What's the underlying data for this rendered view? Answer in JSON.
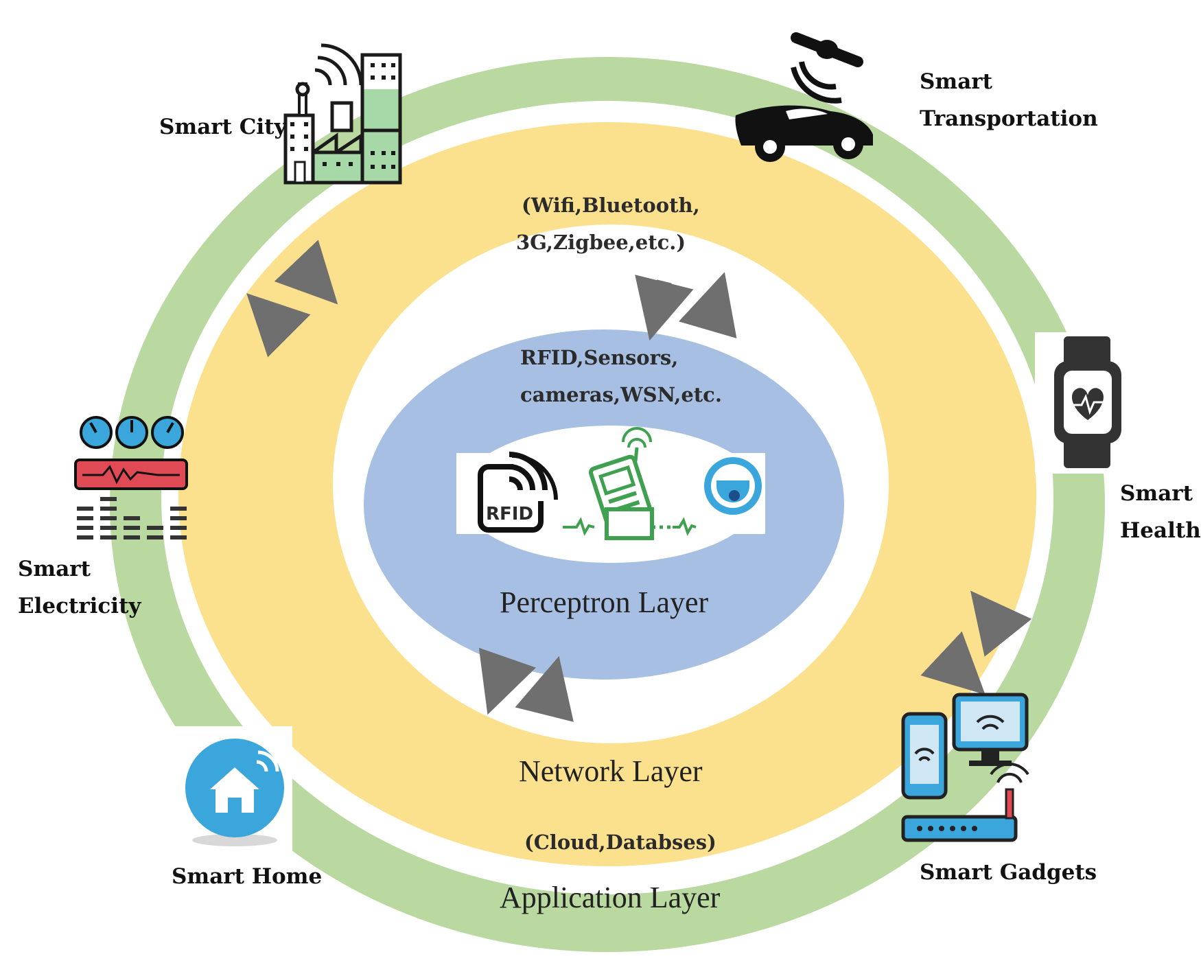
{
  "layers": {
    "application": {
      "label": "Application Layer",
      "tech": "(Cloud,Databses)"
    },
    "network": {
      "label": "Network Layer",
      "tech_line1": "(Wifi,Bluetooth,",
      "tech_line2": "3G,Zigbee,etc.)"
    },
    "perceptron": {
      "label": "Perceptron Layer",
      "tech_line1": "RFID,Sensors,",
      "tech_line2": "cameras,WSN,etc."
    }
  },
  "applications": {
    "smart_city": "Smart City",
    "smart_transportation_line1": "Smart",
    "smart_transportation_line2": "Transportation",
    "smart_health_line1": "Smart",
    "smart_health_line2": "Health",
    "smart_electricity_line1": "Smart",
    "smart_electricity_line2": "Electricity",
    "smart_home": "Smart Home",
    "smart_gadgets": "Smart Gadgets"
  },
  "device_badges": {
    "rfid": "RFID"
  },
  "colors": {
    "application_ring": "#b9d9a0",
    "network_ring": "#fbe08e",
    "perceptron_core": "#a6bfe2",
    "arrow": "#6f6f6f",
    "accent_blue": "#3aa6dc",
    "accent_green": "#3fa14f",
    "accent_red": "#e04a55"
  }
}
